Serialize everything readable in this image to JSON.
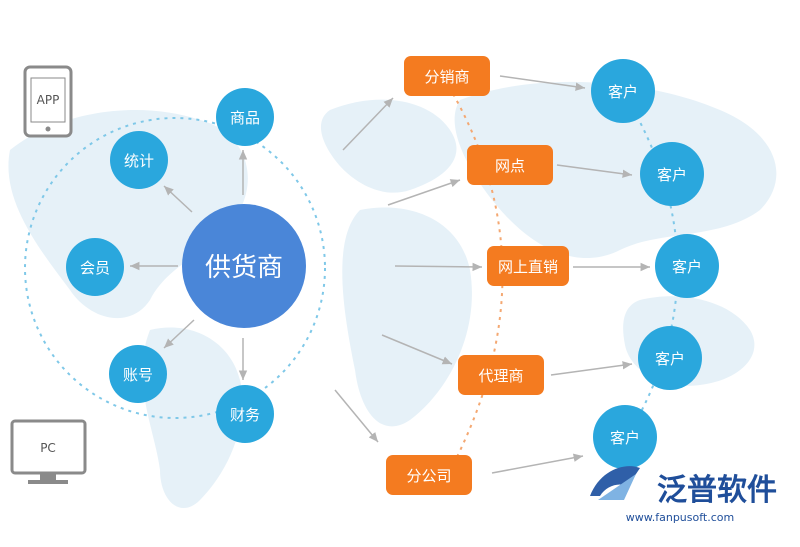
{
  "center": {
    "label": "供货商"
  },
  "left_nodes": {
    "goods": "商品",
    "stats": "统计",
    "member": "会员",
    "account": "账号",
    "finance": "财务"
  },
  "devices": {
    "app": "APP",
    "pc": "PC"
  },
  "channels": {
    "distributor": "分销商",
    "outlet": "网点",
    "online_direct": "网上直销",
    "agent": "代理商",
    "branch": "分公司"
  },
  "customers": [
    "客户",
    "客户",
    "客户",
    "客户",
    "客户"
  ],
  "logo": {
    "name": "泛普软件",
    "url": "www.fanpusoft.com"
  },
  "colors": {
    "blue_node": "#2aa7dd",
    "center_node": "#4a86d8",
    "orange_node": "#f47b20",
    "map": "#e6f1f8",
    "arrow": "#b4b4b4",
    "dash_blue": "#7fc8e8",
    "dash_orange": "#f4a872",
    "device": "#8a8a8a"
  }
}
